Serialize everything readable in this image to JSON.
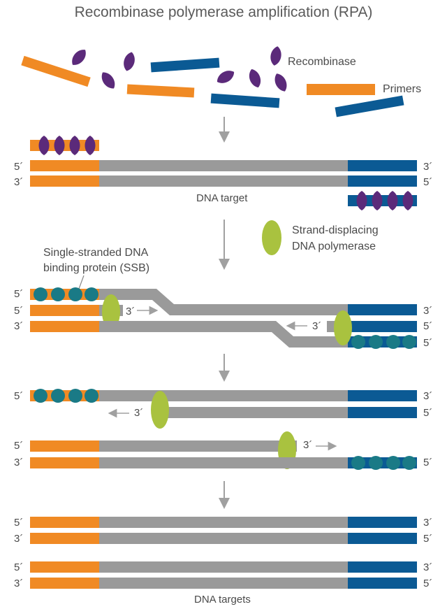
{
  "title": "Recombinase polymerase amplification (RPA)",
  "labels": {
    "recombinase": "Recombinase",
    "primers": "Primers",
    "dna_target": "DNA target",
    "polymerase_line1": "Strand-displacing",
    "polymerase_line2": "DNA polymerase",
    "ssb_line1": "Single-stranded DNA",
    "ssb_line2": "binding protein (SSB)",
    "dna_targets": "DNA targets"
  },
  "end_labels": {
    "five": "5´",
    "three": "3´"
  },
  "colors": {
    "primer_forward": "#f08a24",
    "primer_reverse": "#0b5a94",
    "template": "#9a9a9a",
    "recombinase": "#5b2a7a",
    "polymerase": "#a9c23f",
    "ssb": "#1a7a86",
    "arrow": "#a0a0a0",
    "text": "#4a4a4a"
  }
}
